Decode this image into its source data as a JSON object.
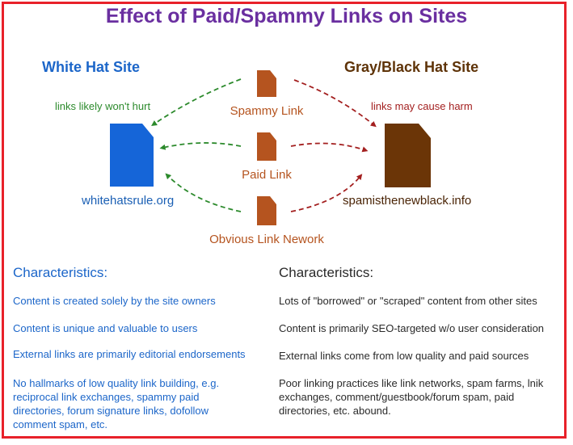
{
  "title": "Effect of Paid/Spammy Links on Sites",
  "white_site": {
    "heading": "White Hat Site",
    "note": "links likely won't hurt",
    "domain": "whitehatsrule.org",
    "color": "#1c66c9"
  },
  "black_site": {
    "heading": "Gray/Black Hat Site",
    "note": "links may cause harm",
    "domain": "spamisthenewblack.info",
    "color": "#5e3308"
  },
  "links": [
    {
      "label": "Spammy Link"
    },
    {
      "label": "Paid Link"
    },
    {
      "label": "Obvious Link Nework"
    }
  ],
  "white_characteristics": {
    "heading": "Characteristics:",
    "items": [
      "Content is created solely by the site owners",
      "Content is unique and valuable to users",
      "External links are primarily editorial endorsements",
      "No hallmarks of low quality link building, e.g. reciprocal link exchanges, spammy paid directories, forum signature links, dofollow comment spam, etc."
    ]
  },
  "black_characteristics": {
    "heading": "Characteristics:",
    "items": [
      "Lots of \"borrowed\" or \"scraped\" content from other sites",
      "Content is primarily SEO-targeted w/o user consideration",
      "External links come from low quality and paid sources",
      "Poor linking practices like link networks, spam farms, lnik exchanges, comment/guestbook/forum spam, paid directories, etc. abound."
    ]
  },
  "colors": {
    "border": "#e8212a",
    "title": "#6a2fa0",
    "link_doc": "#b5541f",
    "green_arrow": "#2c8a2c",
    "red_arrow": "#a31f1f"
  }
}
